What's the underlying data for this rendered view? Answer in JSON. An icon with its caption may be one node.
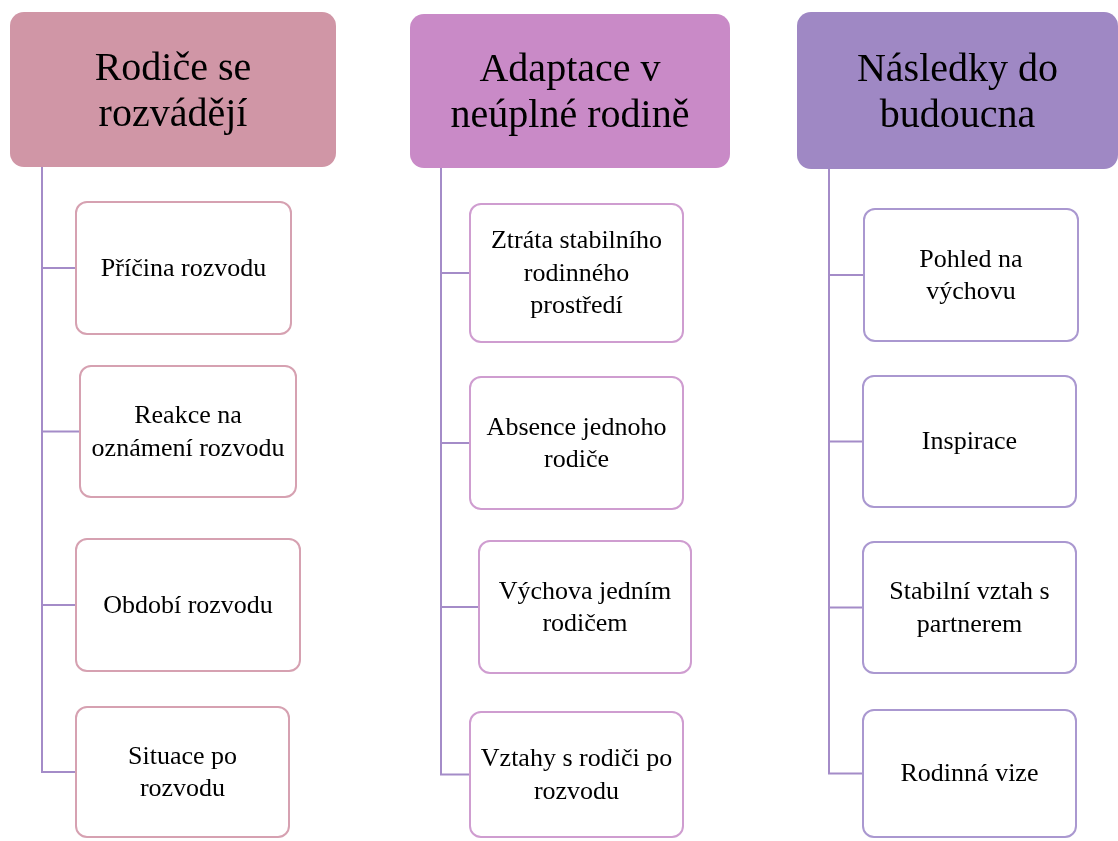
{
  "diagram": {
    "nodes": [
      {
        "text": [
          "Rodiče se rozvádějí"
        ]
      },
      {
        "text": [
          "Příčina rozvodu"
        ]
      },
      {
        "text": [
          "Reakce na oznámení rozvodu"
        ]
      },
      {
        "text": [
          "Období rozvodu"
        ]
      },
      {
        "text": [
          "Situace po rozvodu"
        ]
      },
      {
        "text": [
          "Adaptace v neúplné rodině"
        ]
      },
      {
        "text": [
          "Ztráta stabilního rodinného prostředí"
        ]
      },
      {
        "text": [
          "Absence jednoho rodiče"
        ]
      },
      {
        "text": [
          "Výchova jedním rodičem"
        ]
      },
      {
        "text": [
          "Vztahy s rodiči po rozvodu"
        ]
      },
      {
        "text": [
          "Následky do budoucna"
        ]
      },
      {
        "text": [
          "Pohled na výchovu"
        ]
      },
      {
        "text": [
          "Inspirace"
        ]
      },
      {
        "text": [
          "Stabilní vztah s partnerem"
        ]
      },
      {
        "text": [
          "Rodinná vize"
        ]
      }
    ],
    "edges": [
      {
        "from": 0,
        "to": 1,
        "arrow": "none"
      },
      {
        "from": 0,
        "to": 2,
        "arrow": "none"
      },
      {
        "from": 0,
        "to": 3,
        "arrow": "none"
      },
      {
        "from": 0,
        "to": 4,
        "arrow": "none"
      },
      {
        "from": 5,
        "to": 6,
        "arrow": "none"
      },
      {
        "from": 5,
        "to": 7,
        "arrow": "none"
      },
      {
        "from": 5,
        "to": 8,
        "arrow": "none"
      },
      {
        "from": 5,
        "to": 9,
        "arrow": "none"
      },
      {
        "from": 10,
        "to": 11,
        "arrow": "none"
      },
      {
        "from": 10,
        "to": 12,
        "arrow": "none"
      },
      {
        "from": 10,
        "to": 13,
        "arrow": "none"
      },
      {
        "from": 10,
        "to": 14,
        "arrow": "none"
      }
    ]
  }
}
